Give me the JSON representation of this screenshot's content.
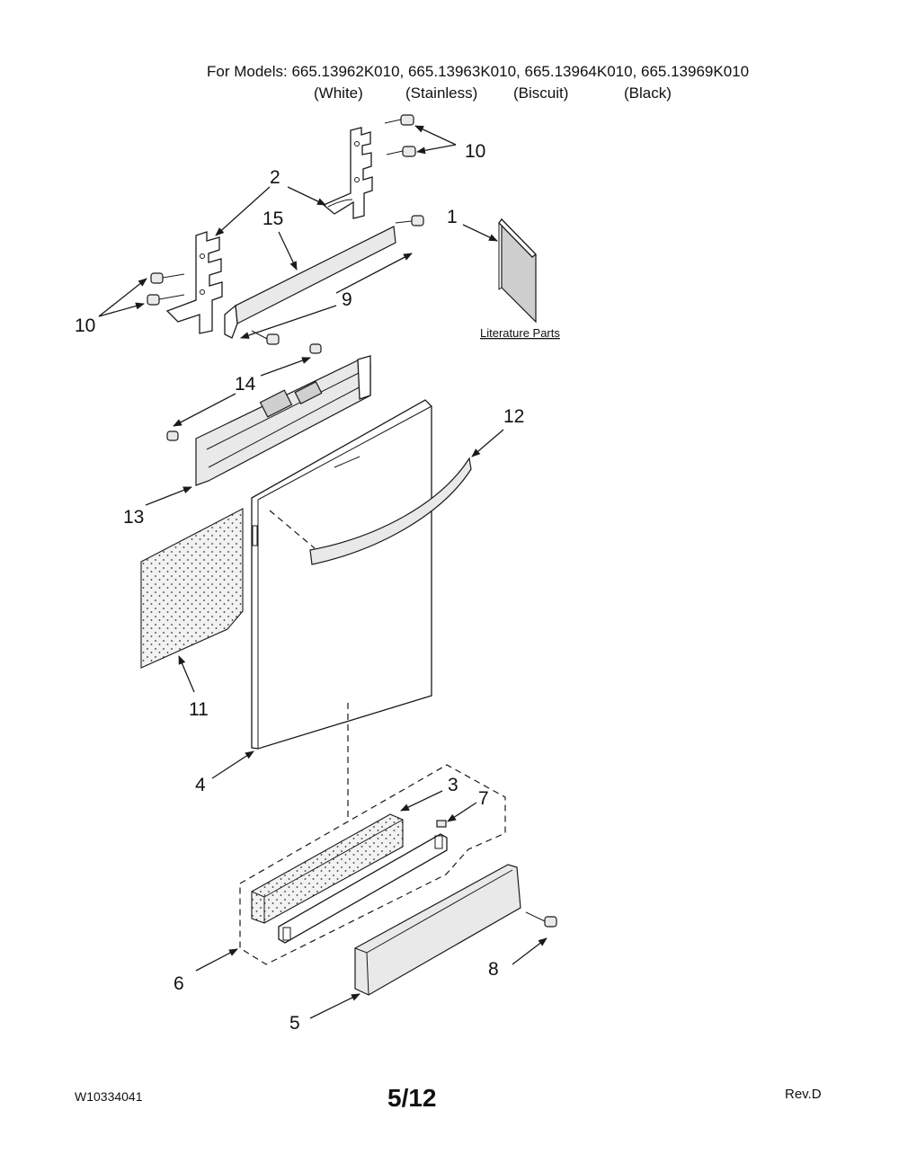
{
  "header": {
    "models_line": "For Models: 665.13962K010, 665.13963K010, 665.13964K010, 665.13969K010",
    "colors": [
      "(White)",
      "(Stainless)",
      "(Biscuit)",
      "(Black)"
    ]
  },
  "callouts": {
    "c1": "1",
    "c2": "2",
    "c3": "3",
    "c4": "4",
    "c5": "5",
    "c6": "6",
    "c7": "7",
    "c8": "8",
    "c9": "9",
    "c10a": "10",
    "c10b": "10",
    "c11": "11",
    "c12": "12",
    "c13": "13",
    "c14": "14",
    "c15": "15"
  },
  "literature_label": "Literature Parts",
  "footer": {
    "doc_number": "W10334041",
    "page": "5/12",
    "revision": "Rev.D"
  }
}
